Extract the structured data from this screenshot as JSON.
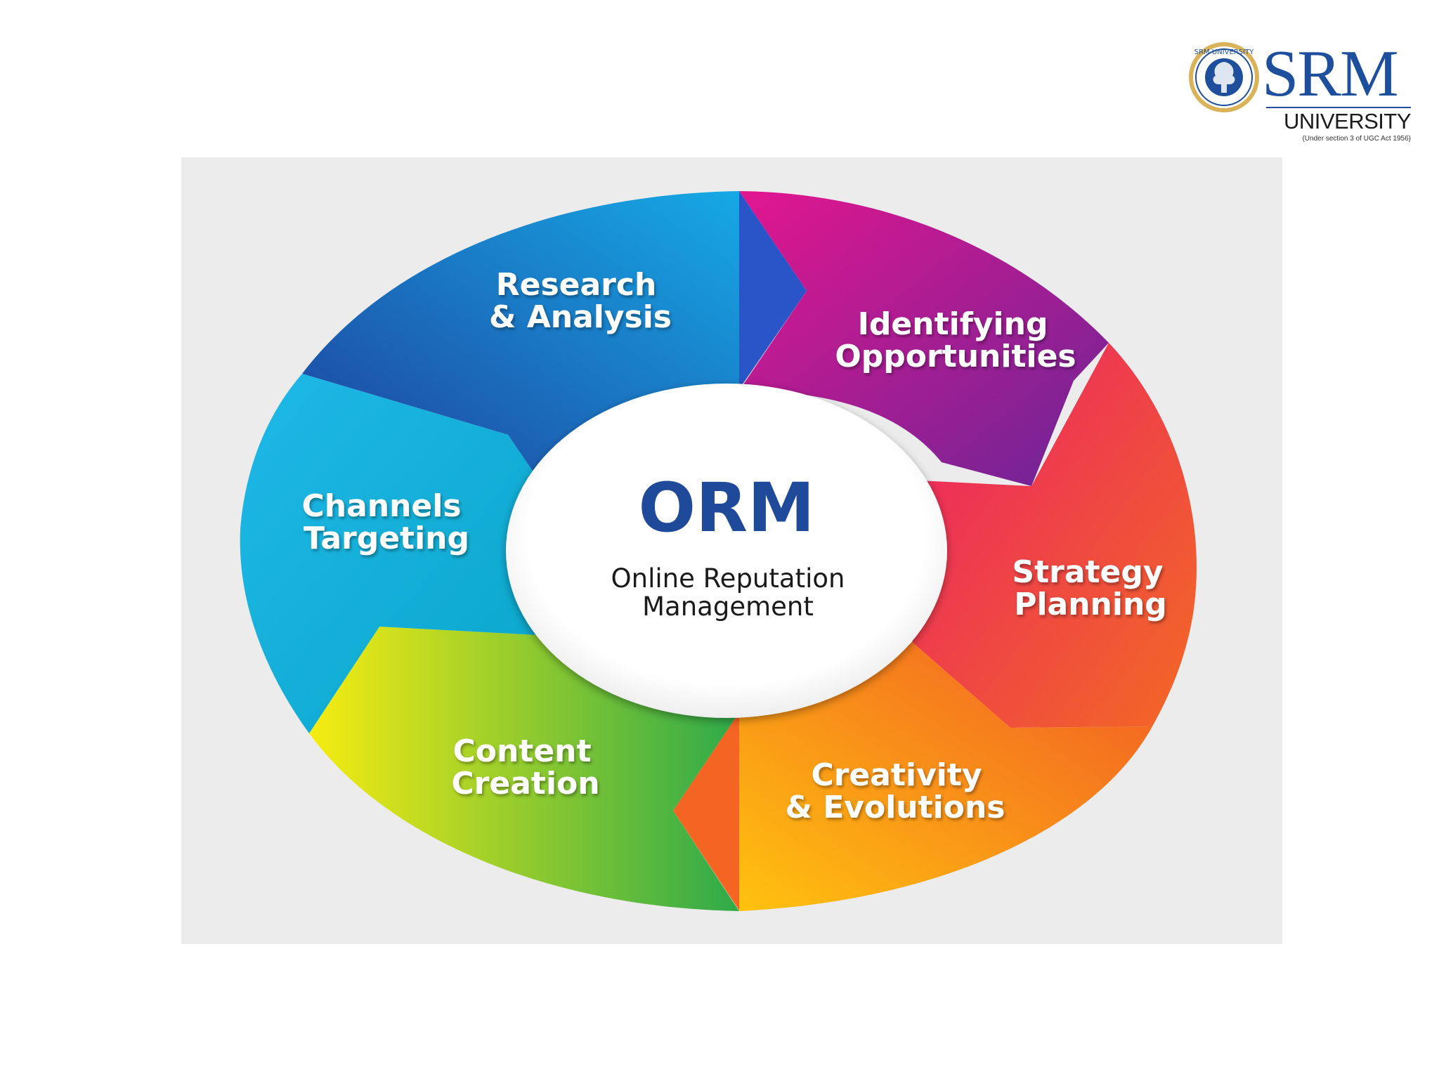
{
  "logo": {
    "brand": "SRM",
    "university": "UNIVERSITY",
    "tagline": "(Under section 3 of UGC Act 1956)",
    "seal_text": "SRM UNIVERSITY",
    "brand_color": "#1d4f9c"
  },
  "diagram": {
    "center": {
      "title": "ORM",
      "subtitle_line1": "Online Reputation",
      "subtitle_line2": "Management"
    },
    "segments": [
      {
        "line1": "Research",
        "line2": "& Analysis",
        "color_from": "#1e3f9c",
        "color_to": "#16a9e6"
      },
      {
        "line1": "Identifying",
        "line2": "Opportunities",
        "color_from": "#e2168f",
        "color_to": "#6a2596"
      },
      {
        "line1": "Strategy",
        "line2": "Planning",
        "color_from": "#ec1f67",
        "color_to": "#f26a23"
      },
      {
        "line1": "Creativity",
        "line2": "& Evolutions",
        "color_from": "#ffc20e",
        "color_to": "#f15a24"
      },
      {
        "line1": "Content",
        "line2": "Creation",
        "color_from": "#f6ec12",
        "color_to": "#2eaa4a"
      },
      {
        "line1": "Channels",
        "line2": "Targeting",
        "color_from": "#1fb8e8",
        "color_to": "#0aa6c9"
      }
    ]
  }
}
